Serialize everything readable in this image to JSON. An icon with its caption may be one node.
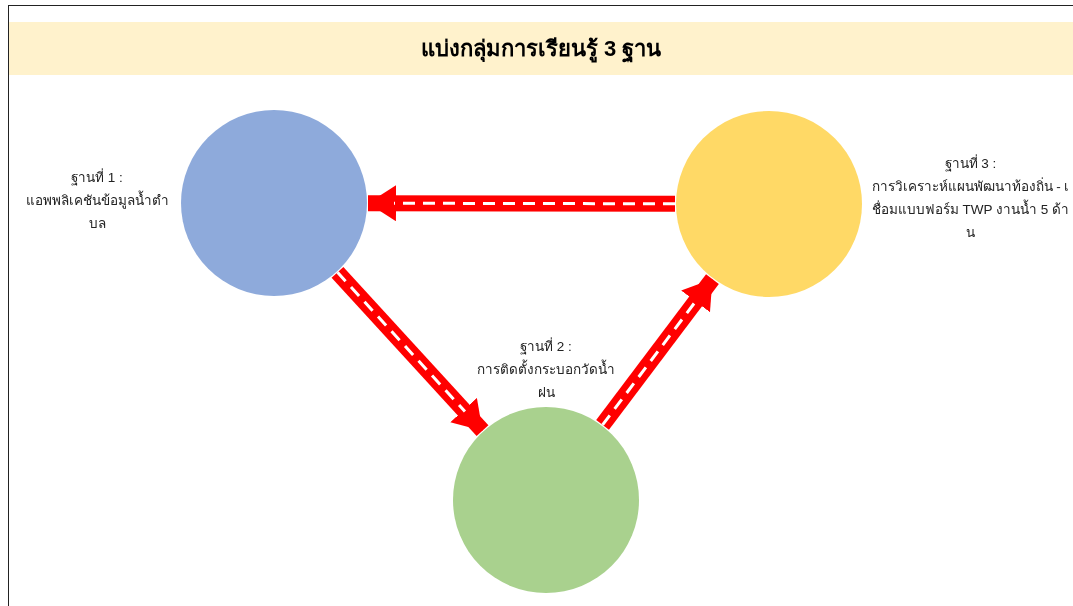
{
  "diagram": {
    "title": "แบ่งกลุ่มการเรียนรู้ 3 ฐาน",
    "nodes": [
      {
        "text": [],
        "shape": "circle",
        "beside": [
          "ฐานที่ 1 :",
          "แอพพลิเคชันข้อมูลน้ำตำบล"
        ]
      },
      {
        "text": [],
        "shape": "circle",
        "beside": [
          "ฐานที่ 2 :",
          "การติดตั้งกระบอกวัดน้ำฝน"
        ]
      },
      {
        "text": [],
        "shape": "circle",
        "beside": [
          "ฐานที่ 3 :",
          "การวิเคราะห์แผนพัฒนาท้องถิ่น - เชื่อมแบบฟอร์ม TWP งานน้ำ 5 ด้าน"
        ]
      }
    ],
    "edges": [
      {
        "from": 0,
        "to": 1,
        "arrow": "to"
      },
      {
        "from": 1,
        "to": 2,
        "arrow": "to"
      },
      {
        "from": 2,
        "to": 0,
        "arrow": "to"
      }
    ]
  }
}
